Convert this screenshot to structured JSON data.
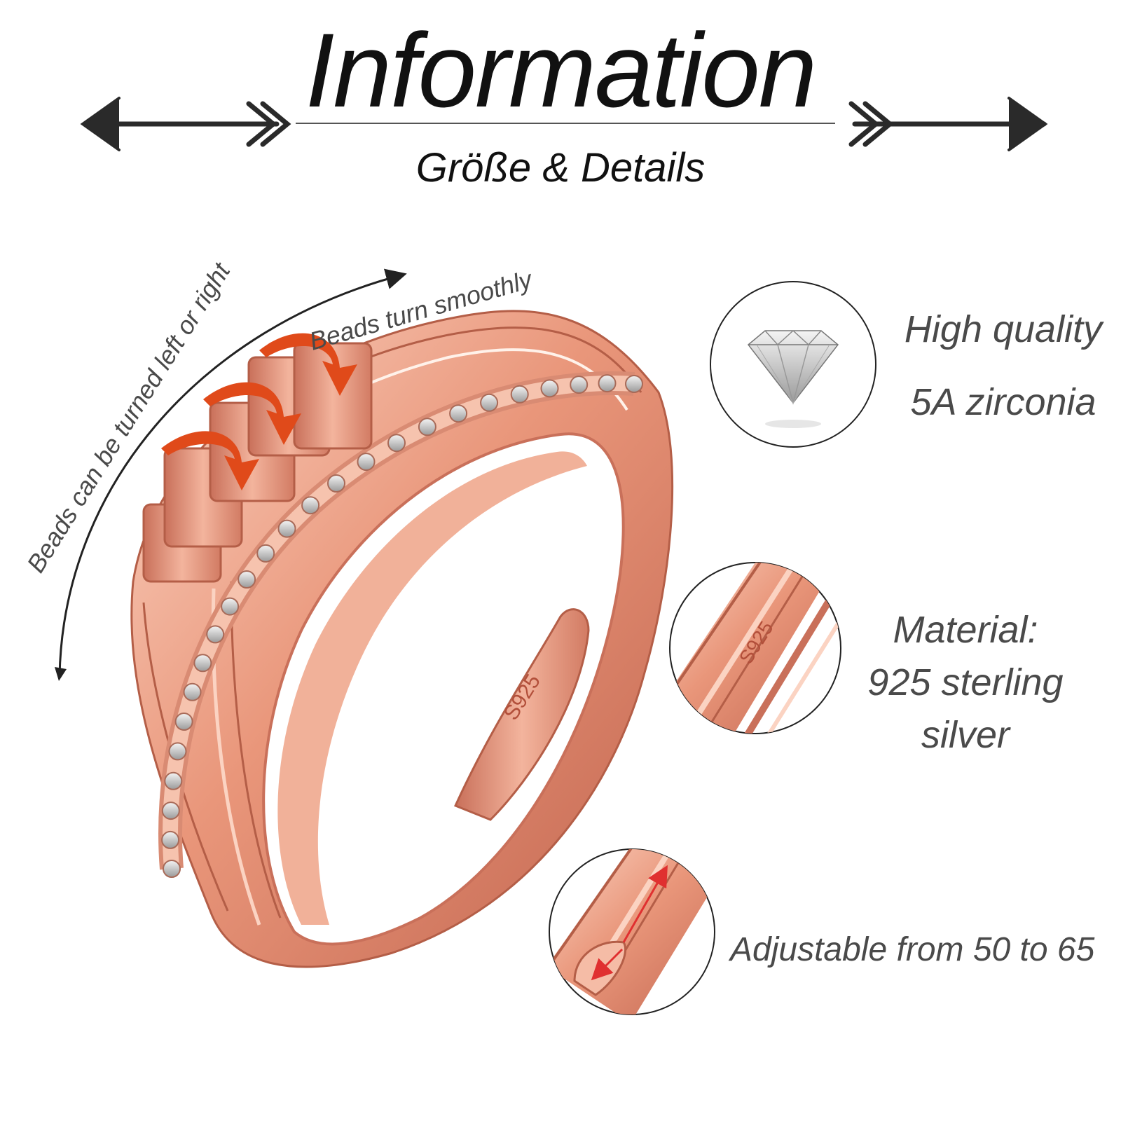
{
  "header": {
    "title": "Information",
    "subtitle": "Größe & Details"
  },
  "ring": {
    "arc_label": "Beads can be turned left or right",
    "beads_label": "Beads turn smoothly",
    "stamp": "S925"
  },
  "features": [
    {
      "lines": [
        "High quality",
        "5A zirconia"
      ],
      "icon": "diamond-icon"
    },
    {
      "lines": [
        "Material:",
        "925 sterling",
        "silver"
      ],
      "stamp": "S925",
      "icon": "band-closeup-icon"
    },
    {
      "lines": [
        "Adjustable from 50 to 65"
      ],
      "icon": "adjustable-closeup-icon"
    }
  ],
  "colors": {
    "rose_gold": "#e9967a",
    "rose_gold_dark": "#c9705a",
    "rose_gold_light": "#f7c7b4",
    "rotation_arrow": "#e04a1a",
    "text": "#4a4a4a",
    "adjust_arrow": "#e03030"
  }
}
